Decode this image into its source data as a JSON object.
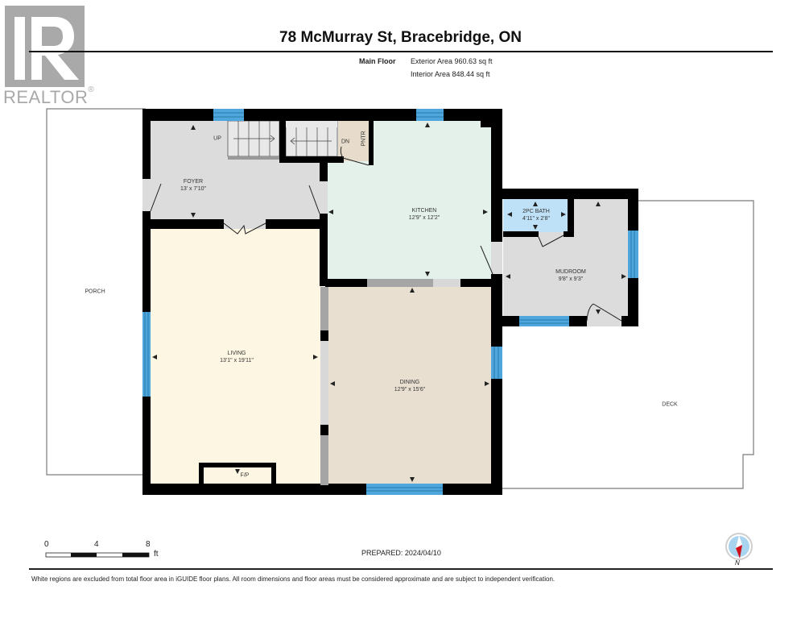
{
  "brand": {
    "logo_letter": "R",
    "logo_word": "REALTOR",
    "registered_mark": "®",
    "logo_color": "#a9a9a9"
  },
  "header": {
    "title": "78 McMurray St, Bracebridge, ON",
    "floor_label": "Main Floor",
    "exterior_area": "Exterior Area 960.63 sq ft",
    "interior_area": "Interior Area 848.44 sq ft"
  },
  "rooms": [
    {
      "id": "foyer",
      "name": "FOYER",
      "dims": "13' x 7'10\"",
      "color": "#dcdcdc"
    },
    {
      "id": "kitchen",
      "name": "KITCHEN",
      "dims": "12'9\" x 12'2\"",
      "color": "#e4f1ea"
    },
    {
      "id": "pantry",
      "name": "PNTR",
      "dims": "",
      "color": "#e7dccb"
    },
    {
      "id": "living",
      "name": "LIVING",
      "dims": "13'1\" x 19'11\"",
      "color": "#fdf6e2"
    },
    {
      "id": "dining",
      "name": "DINING",
      "dims": "12'9\" x 15'6\"",
      "color": "#e8dfd1"
    },
    {
      "id": "bath",
      "name": "2PC BATH",
      "dims": "4'11\" x 2'8\"",
      "color": "#bfe1f7"
    },
    {
      "id": "mudroom",
      "name": "MUDROOM",
      "dims": "9'8\" x 9'3\"",
      "color": "#dcdcdc"
    },
    {
      "id": "porch",
      "name": "PORCH",
      "dims": "",
      "color": "#ffffff"
    },
    {
      "id": "deck",
      "name": "DECK",
      "dims": "",
      "color": "#ffffff"
    }
  ],
  "annotations": {
    "stairs_up": "UP",
    "stairs_down": "DN",
    "fireplace": "F/P"
  },
  "colors": {
    "wall": "#000000",
    "window": "#4ea6dc",
    "outline": "#777777"
  },
  "scale_bar": {
    "ticks": [
      "0",
      "4",
      "8"
    ],
    "unit": "ft"
  },
  "footer": {
    "prepared": "PREPARED: 2024/04/10",
    "compass_label": "N",
    "disclaimer": "White regions are excluded from total floor area in iGUIDE floor plans. All room dimensions and floor areas must be considered approximate and are subject to independent verification."
  }
}
